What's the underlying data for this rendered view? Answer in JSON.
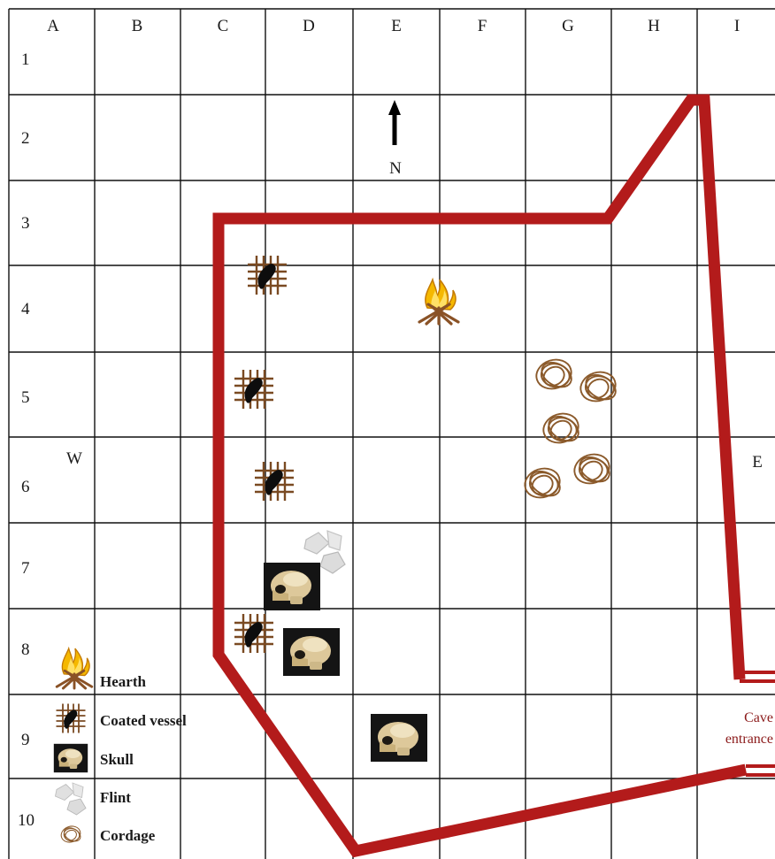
{
  "grid": {
    "columns": [
      "A",
      "B",
      "C",
      "D",
      "E",
      "F",
      "G",
      "H",
      "I"
    ],
    "rows": [
      "1",
      "2",
      "3",
      "4",
      "5",
      "6",
      "7",
      "8",
      "9",
      "10"
    ]
  },
  "compass": {
    "north": "N",
    "west": "W",
    "east": "E"
  },
  "cave_entrance": {
    "line1": "Cave",
    "line2": "entrance"
  },
  "legend": {
    "hearth": "Hearth",
    "coated_vessel": "Coated vessel",
    "skull": "Skull",
    "flint": "Flint",
    "cordage": "Cordage"
  },
  "colors": {
    "cave_wall": "#b31b1b",
    "cave_label": "#8b1a1a",
    "cordage": "#8b5a2b",
    "vessel_frame": "#7a4a22",
    "flame": "#f0a800"
  },
  "finds": {
    "hearth_cell": "E4",
    "coated_vessel_cells": [
      "D4",
      "C5",
      "D6",
      "C8"
    ],
    "skull_cells": [
      "D7",
      "D8",
      "E9"
    ],
    "flint_cells": [
      "D7"
    ],
    "cordage_cells": [
      "G5",
      "G5",
      "G5",
      "G6",
      "G6"
    ]
  }
}
